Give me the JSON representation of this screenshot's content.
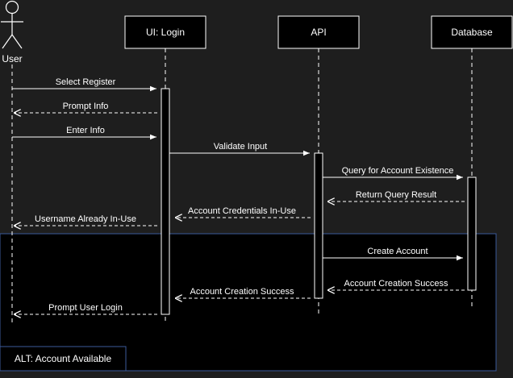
{
  "participants": {
    "user": "User",
    "ui": "UI: Login",
    "api": "API",
    "db": "Database"
  },
  "messages": [
    {
      "label": "Select Register",
      "style": "solid"
    },
    {
      "label": "Prompt Info",
      "style": "dashed"
    },
    {
      "label": "Enter Info",
      "style": "solid"
    },
    {
      "label": "Validate Input",
      "style": "solid"
    },
    {
      "label": "Query for Account Existence",
      "style": "solid"
    },
    {
      "label": "Return Query Result",
      "style": "dashed"
    },
    {
      "label": "Account Credentials In-Use",
      "style": "dashed"
    },
    {
      "label": "Username Already In-Use",
      "style": "dashed"
    },
    {
      "label": "Create Account",
      "style": "solid"
    },
    {
      "label": "Account Creation Success",
      "style": "dashed"
    },
    {
      "label": "Account Creation Success",
      "style": "dashed"
    },
    {
      "label": "Prompt User Login",
      "style": "dashed"
    }
  ],
  "fragment": {
    "label": "ALT: Account Available"
  },
  "colors": {
    "background": "#1e1e1e",
    "line": "#ffffff",
    "text": "#ffffff",
    "box_fill": "#000000",
    "fragment_border": "#3b5a9a"
  }
}
